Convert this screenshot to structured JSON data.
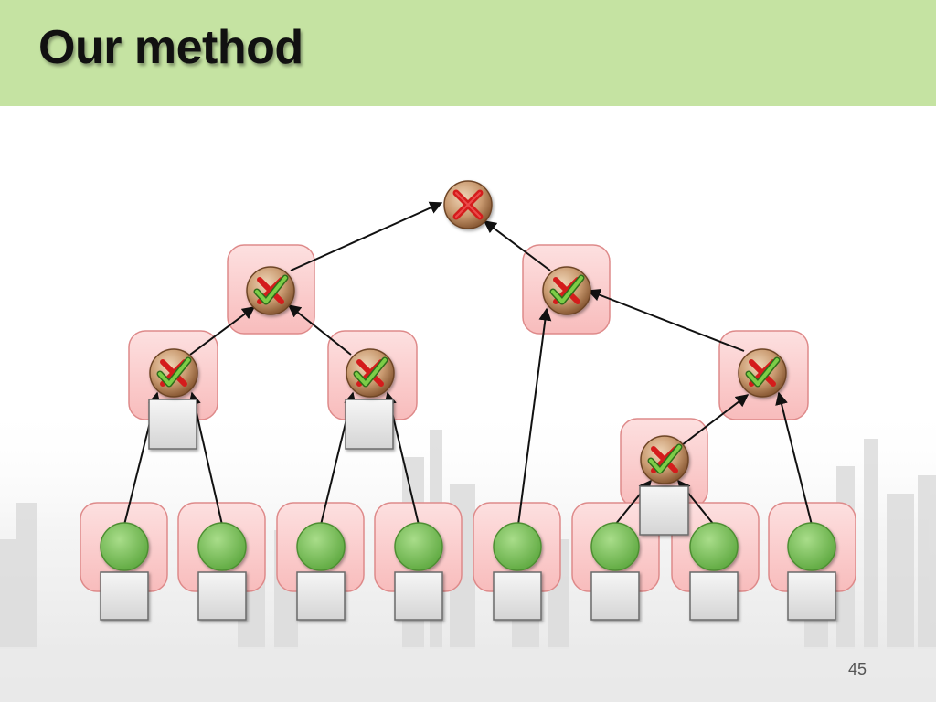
{
  "slide": {
    "title": "Our method",
    "page_number": "45"
  },
  "colors": {
    "title_bar": "#c5e3a2",
    "node_box_fill": "#fbcfcf",
    "node_box_stroke": "#de8a8a",
    "leaf_fill": "#79c25a",
    "square_fill": "#e4e4e4",
    "cross_red": "#d41e1e",
    "check_green": "#7ccd46"
  },
  "diagram": {
    "root": {
      "icon": "cross-badge-icon",
      "status": "rejected"
    },
    "internal_nodes": [
      {
        "id": "n1",
        "icon": "check-cross-badge-icon",
        "parent": "root"
      },
      {
        "id": "n2",
        "icon": "check-cross-badge-icon",
        "parent": "root"
      },
      {
        "id": "n11",
        "icon": "check-cross-badge-icon",
        "parent": "n1",
        "has_square": true
      },
      {
        "id": "n12",
        "icon": "check-cross-badge-icon",
        "parent": "n1",
        "has_square": true
      },
      {
        "id": "n22",
        "icon": "check-cross-badge-icon",
        "parent": "n2"
      },
      {
        "id": "n221",
        "icon": "check-cross-badge-icon",
        "parent": "n22",
        "has_square": true
      }
    ],
    "leaves": [
      {
        "id": "l1",
        "parent": "n11"
      },
      {
        "id": "l2",
        "parent": "n11"
      },
      {
        "id": "l3",
        "parent": "n12"
      },
      {
        "id": "l4",
        "parent": "n12"
      },
      {
        "id": "l5",
        "parent": "n2"
      },
      {
        "id": "l6",
        "parent": "n221"
      },
      {
        "id": "l7",
        "parent": "n221"
      },
      {
        "id": "l8",
        "parent": "n22"
      }
    ]
  }
}
